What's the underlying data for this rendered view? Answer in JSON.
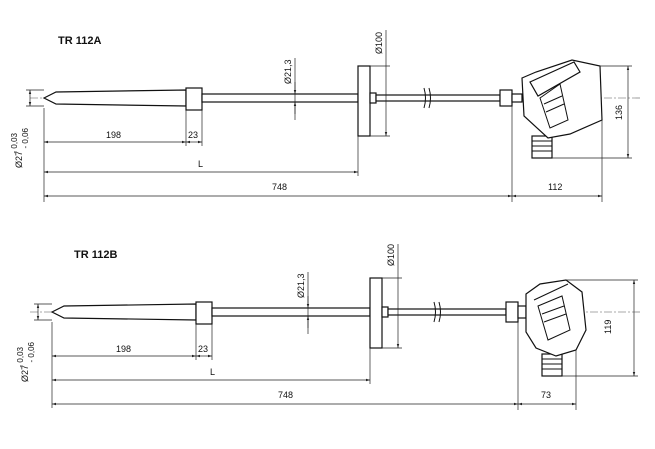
{
  "drawings": [
    {
      "title": "TR 112A",
      "dims": {
        "tip_length": "198",
        "step_length": "23",
        "insertion_length": "L",
        "overall_length": "748",
        "head_width": "112",
        "head_height": "136",
        "flange_diameter": "Ø100",
        "neck_diameter": "Ø21,3",
        "stem_diameter_base": "Ø27",
        "stem_tol_upper": "- 0,03",
        "stem_tol_lower": "- 0,06"
      }
    },
    {
      "title": "TR 112B",
      "dims": {
        "tip_length": "198",
        "step_length": "23",
        "insertion_length": "L",
        "overall_length": "748",
        "head_width": "73",
        "head_height": "119",
        "flange_diameter": "Ø100",
        "neck_diameter": "Ø21,3",
        "stem_diameter_base": "Ø27",
        "stem_tol_upper": "- 0,03",
        "stem_tol_lower": "- 0,06"
      }
    }
  ]
}
